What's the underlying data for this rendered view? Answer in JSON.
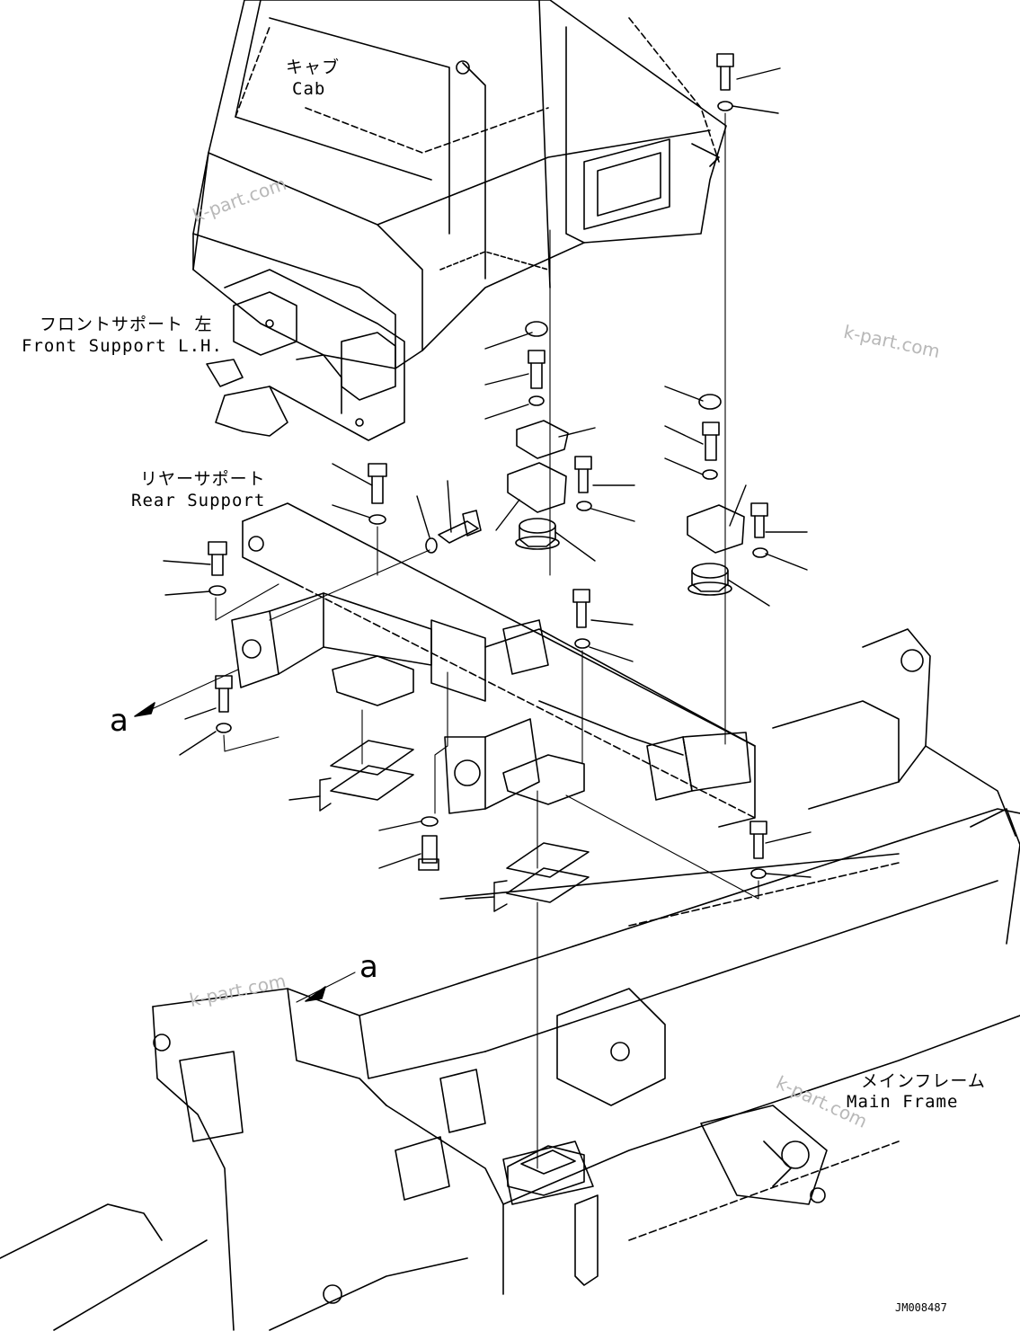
{
  "labels": {
    "cab_jp": "キャブ",
    "cab_en": "Cab",
    "front_support_jp": "フロントサポート 左",
    "front_support_en": "Front Support L.H.",
    "rear_support_jp": "リヤーサポート",
    "rear_support_en": "Rear Support",
    "main_frame_jp": "メインフレーム",
    "main_frame_en": "Main Frame"
  },
  "callouts": {
    "a_left": "a",
    "a_bottom": "a"
  },
  "watermark": "k-part.com",
  "drawing_code": "JM008487"
}
